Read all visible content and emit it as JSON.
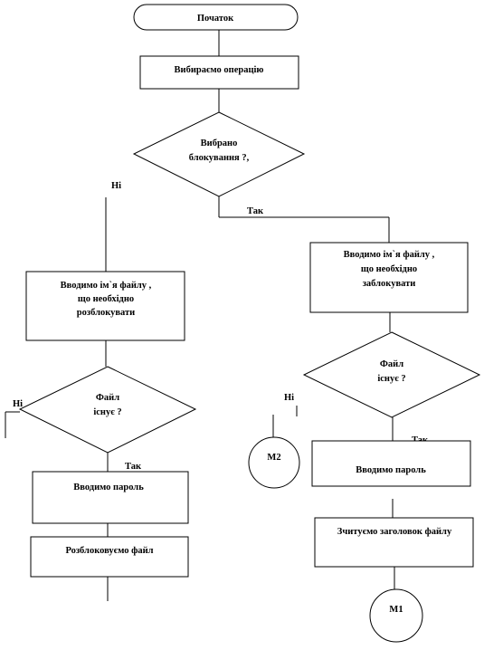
{
  "flowchart": {
    "start": "Початок",
    "select_operation": "Вибираємо операцію",
    "decision_lock": [
      "Вибрано",
      "блокування ?,"
    ],
    "branch_no": "Ні",
    "branch_yes": "Так",
    "right": {
      "enter_name": [
        "Вводимо ім`я файлу ,",
        "що необхідно",
        "заблокувати"
      ],
      "file_exists": [
        "Файл",
        "існує ?"
      ],
      "no_label": "Ні",
      "connector_m2": "М2",
      "yes_label": "Так",
      "enter_password": "Вводимо пароль",
      "read_header": "Зчитуємо заголовок файлу",
      "connector_m1": "М1"
    },
    "left": {
      "enter_name": [
        "Вводимо ім`я файлу ,",
        "що необхідно",
        "розблокувати"
      ],
      "file_exists": [
        "Файл",
        "існує ?"
      ],
      "no_label": "Ні",
      "yes_label": "Так",
      "enter_password": "Вводимо пароль",
      "unlock_file": "Розблоковуємо файл"
    }
  }
}
